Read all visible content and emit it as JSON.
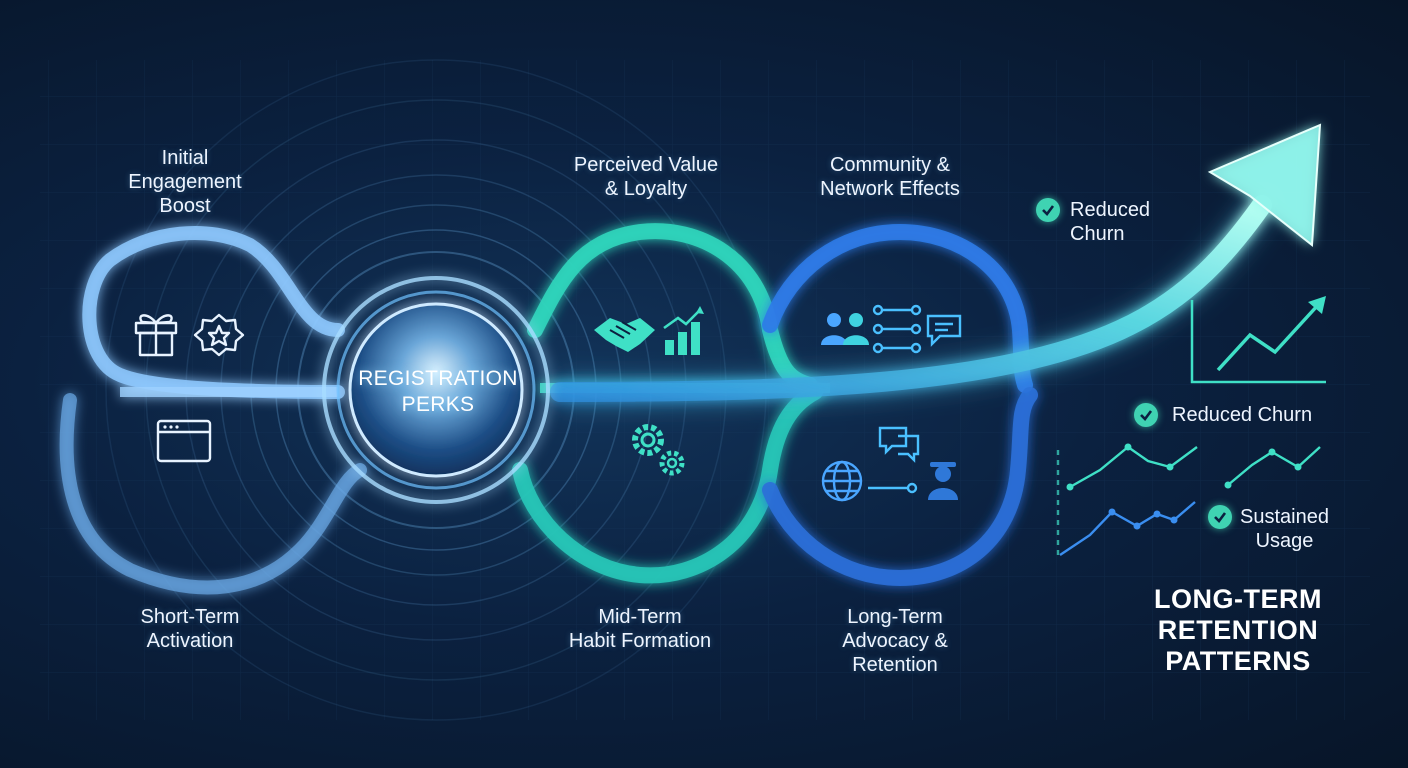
{
  "center": {
    "line1": "REGISTRATION",
    "line2": "PERKS"
  },
  "stages": {
    "initial_engagement": [
      "Initial",
      "Engagement",
      "Boost"
    ],
    "short_term": [
      "Short-Term",
      "Activation"
    ],
    "perceived_value": [
      "Perceived Value",
      "& Loyalty"
    ],
    "mid_term": [
      "Mid-Term",
      "Habit Formation"
    ],
    "community": [
      "Community &",
      "Network Effects"
    ],
    "long_term": [
      "Long-Term",
      "Advocacy &",
      "Retention"
    ]
  },
  "outcomes": {
    "reduced_churn_top": [
      "Reduced",
      "Churn"
    ],
    "reduced_churn_mid": [
      "Reduced Churn"
    ],
    "sustained_usage": [
      "Sustained",
      "Usage"
    ]
  },
  "title": [
    "LONG-TERM",
    "RETENTION",
    "PATTERNS"
  ],
  "colors": {
    "background": "#0b2140",
    "loop_light_blue": "#8ec9ff",
    "loop_teal": "#2fd6bd",
    "loop_blue": "#2d7be8",
    "arrow": "#63e0d8",
    "check": "#3fd3b2"
  },
  "icons": [
    "gift-icon",
    "badge-icon",
    "browser-window-icon",
    "handshake-icon",
    "bar-growth-icon",
    "gears-icon",
    "users-icon",
    "network-nodes-icon",
    "chat-icon",
    "globe-icon",
    "chat-bubbles-icon",
    "person-icon",
    "growth-chart-icon",
    "check-icon"
  ]
}
